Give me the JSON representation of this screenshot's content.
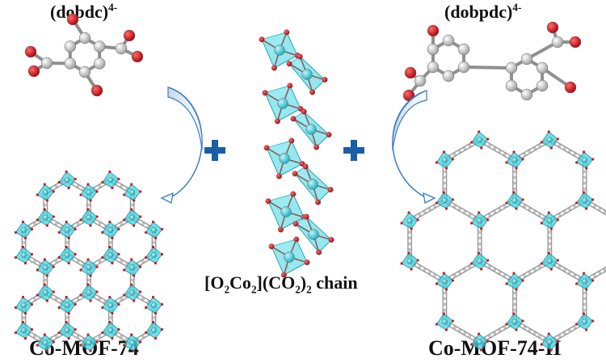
{
  "labels": {
    "dobdc_base": "(dobdc)",
    "dobdc_charge": "4-",
    "dobpdc_base": "(dobpdc)",
    "dobpdc_charge": "4-",
    "chain_part1": "[O",
    "chain_sub1": "2",
    "chain_part2": "Co",
    "chain_sub2": "2",
    "chain_part3": "](CO",
    "chain_sub3": "2",
    "chain_part4": ")",
    "chain_sub4": "2",
    "chain_part5": " chain",
    "mof_left": "Co-MOF-74",
    "mof_right": "Co-MOF-74-II"
  },
  "colors": {
    "cobalt": "#3fd4e0",
    "oxygen": "#d8141a",
    "carbon": "#c9c9c9",
    "plus": "#1a5ea8",
    "arrow": "#3a7ec4"
  }
}
